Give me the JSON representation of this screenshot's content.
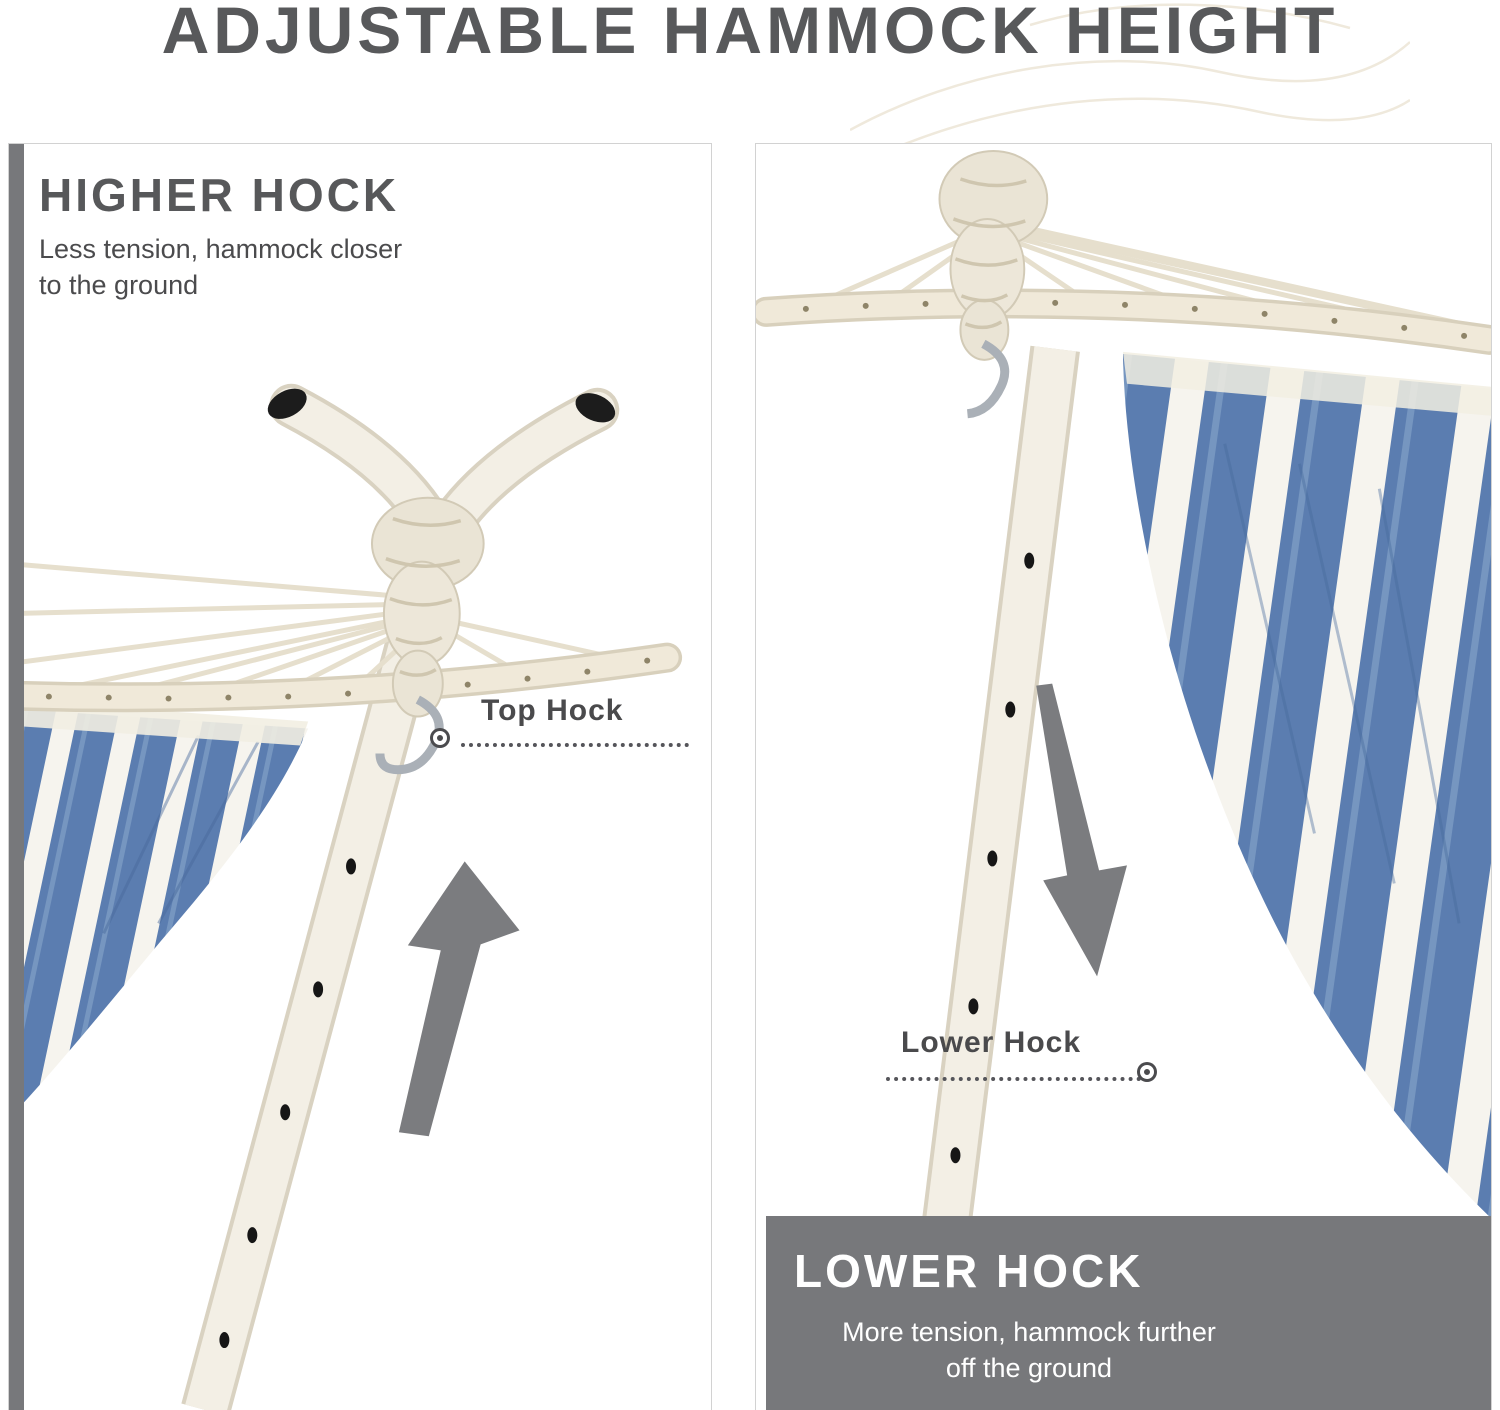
{
  "page": {
    "title": "ADJUSTABLE HAMMOCK HEIGHT"
  },
  "panels": {
    "left": {
      "heading": "HIGHER HOCK",
      "description": [
        "Less tension, hammock closer",
        "to the ground"
      ],
      "callout": "Top Hock"
    },
    "right": {
      "heading": "LOWER HOCK",
      "description": [
        "More tension, hammock further",
        "off the ground"
      ],
      "callout": "Lower Hock"
    }
  },
  "colors": {
    "heading_gray": "#58595b",
    "accent_gray": "#77787b",
    "arrow_gray": "#7b7c7f",
    "hammock_blue": "#5b7db0",
    "pole_cream": "#f3efe5",
    "wood_cream": "#f0e9d9"
  }
}
